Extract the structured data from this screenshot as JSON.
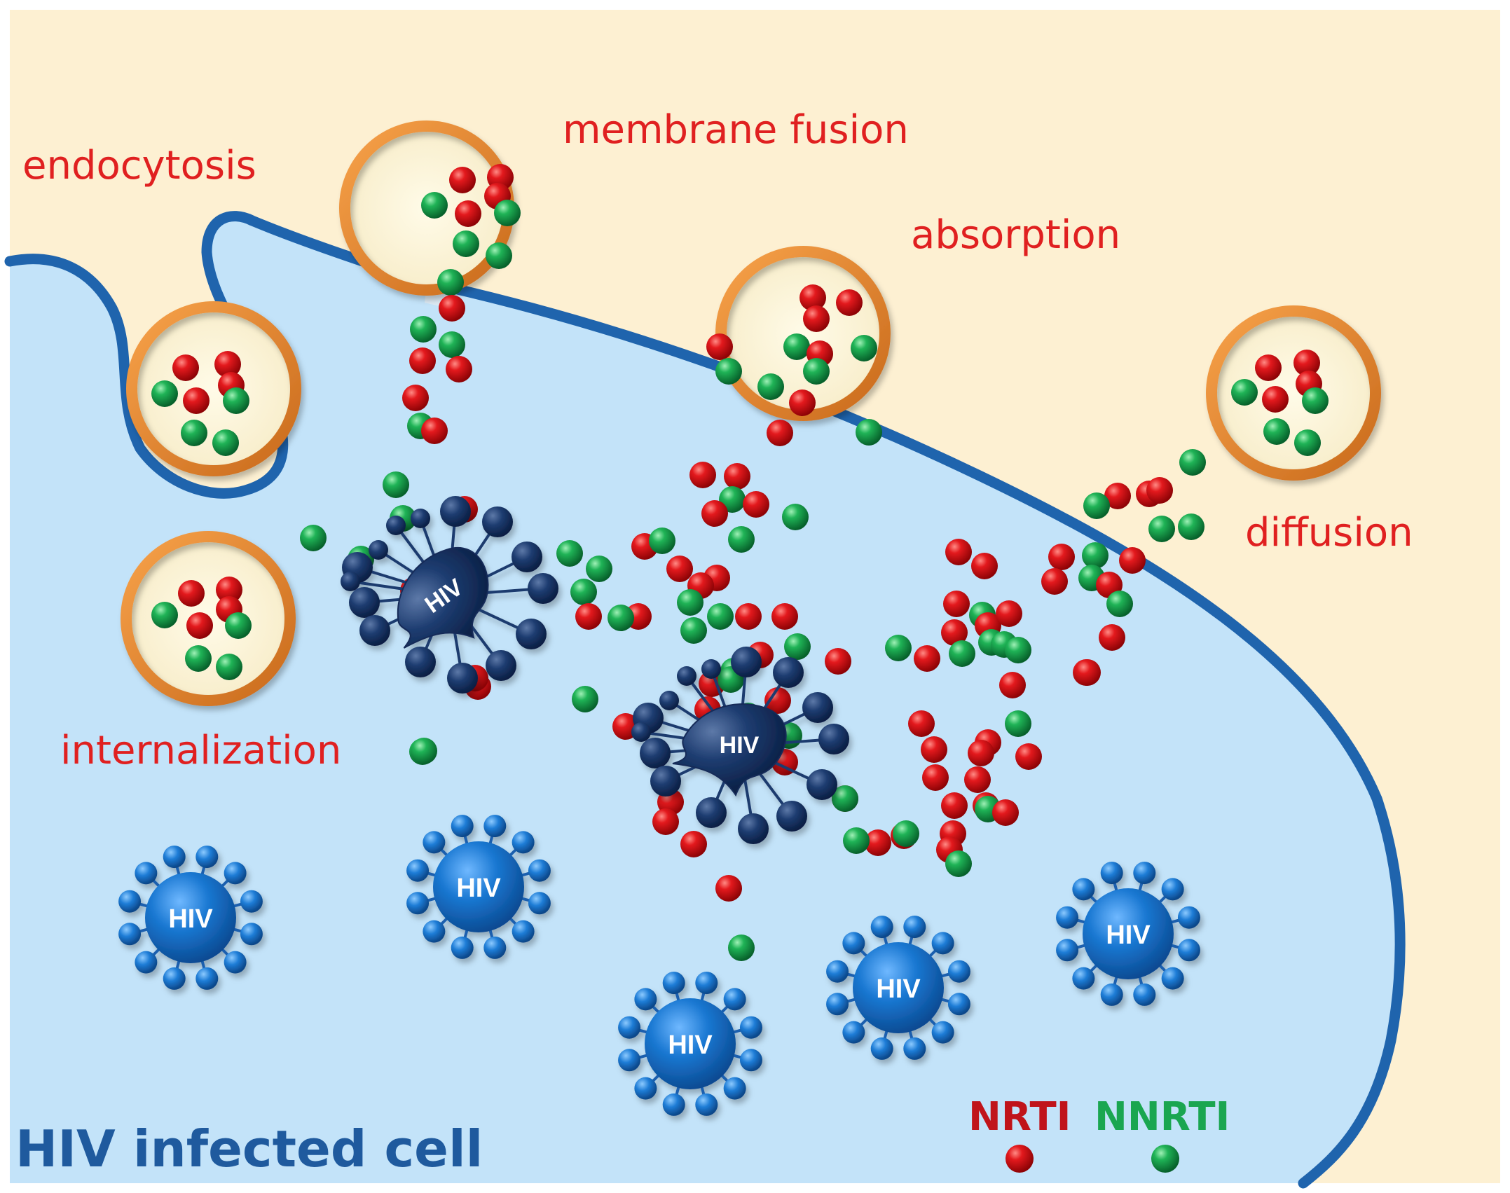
{
  "labels": {
    "endocytosis": "endocytosis",
    "membrane_fusion": "membrane fusion",
    "absorption": "absorption",
    "diffusion": "diffusion",
    "internalization": "internalization",
    "cell": "HIV infected cell"
  },
  "virus_label": "HIV",
  "legend": {
    "nrti": "NRTI",
    "nnrti": "NNRTI"
  },
  "colors": {
    "background": "#fdf0d2",
    "cytoplasm": "#c3e3f9",
    "membrane": "#1f64ad",
    "label_red": "#e02020",
    "cell_label": "#1f5a9e",
    "vesicle_ring": "#ec8a32",
    "nrti": "#d41014",
    "nnrti": "#16a048",
    "hiv_bright": "#1a78d2",
    "hiv_dark": "#1b3a6e"
  }
}
